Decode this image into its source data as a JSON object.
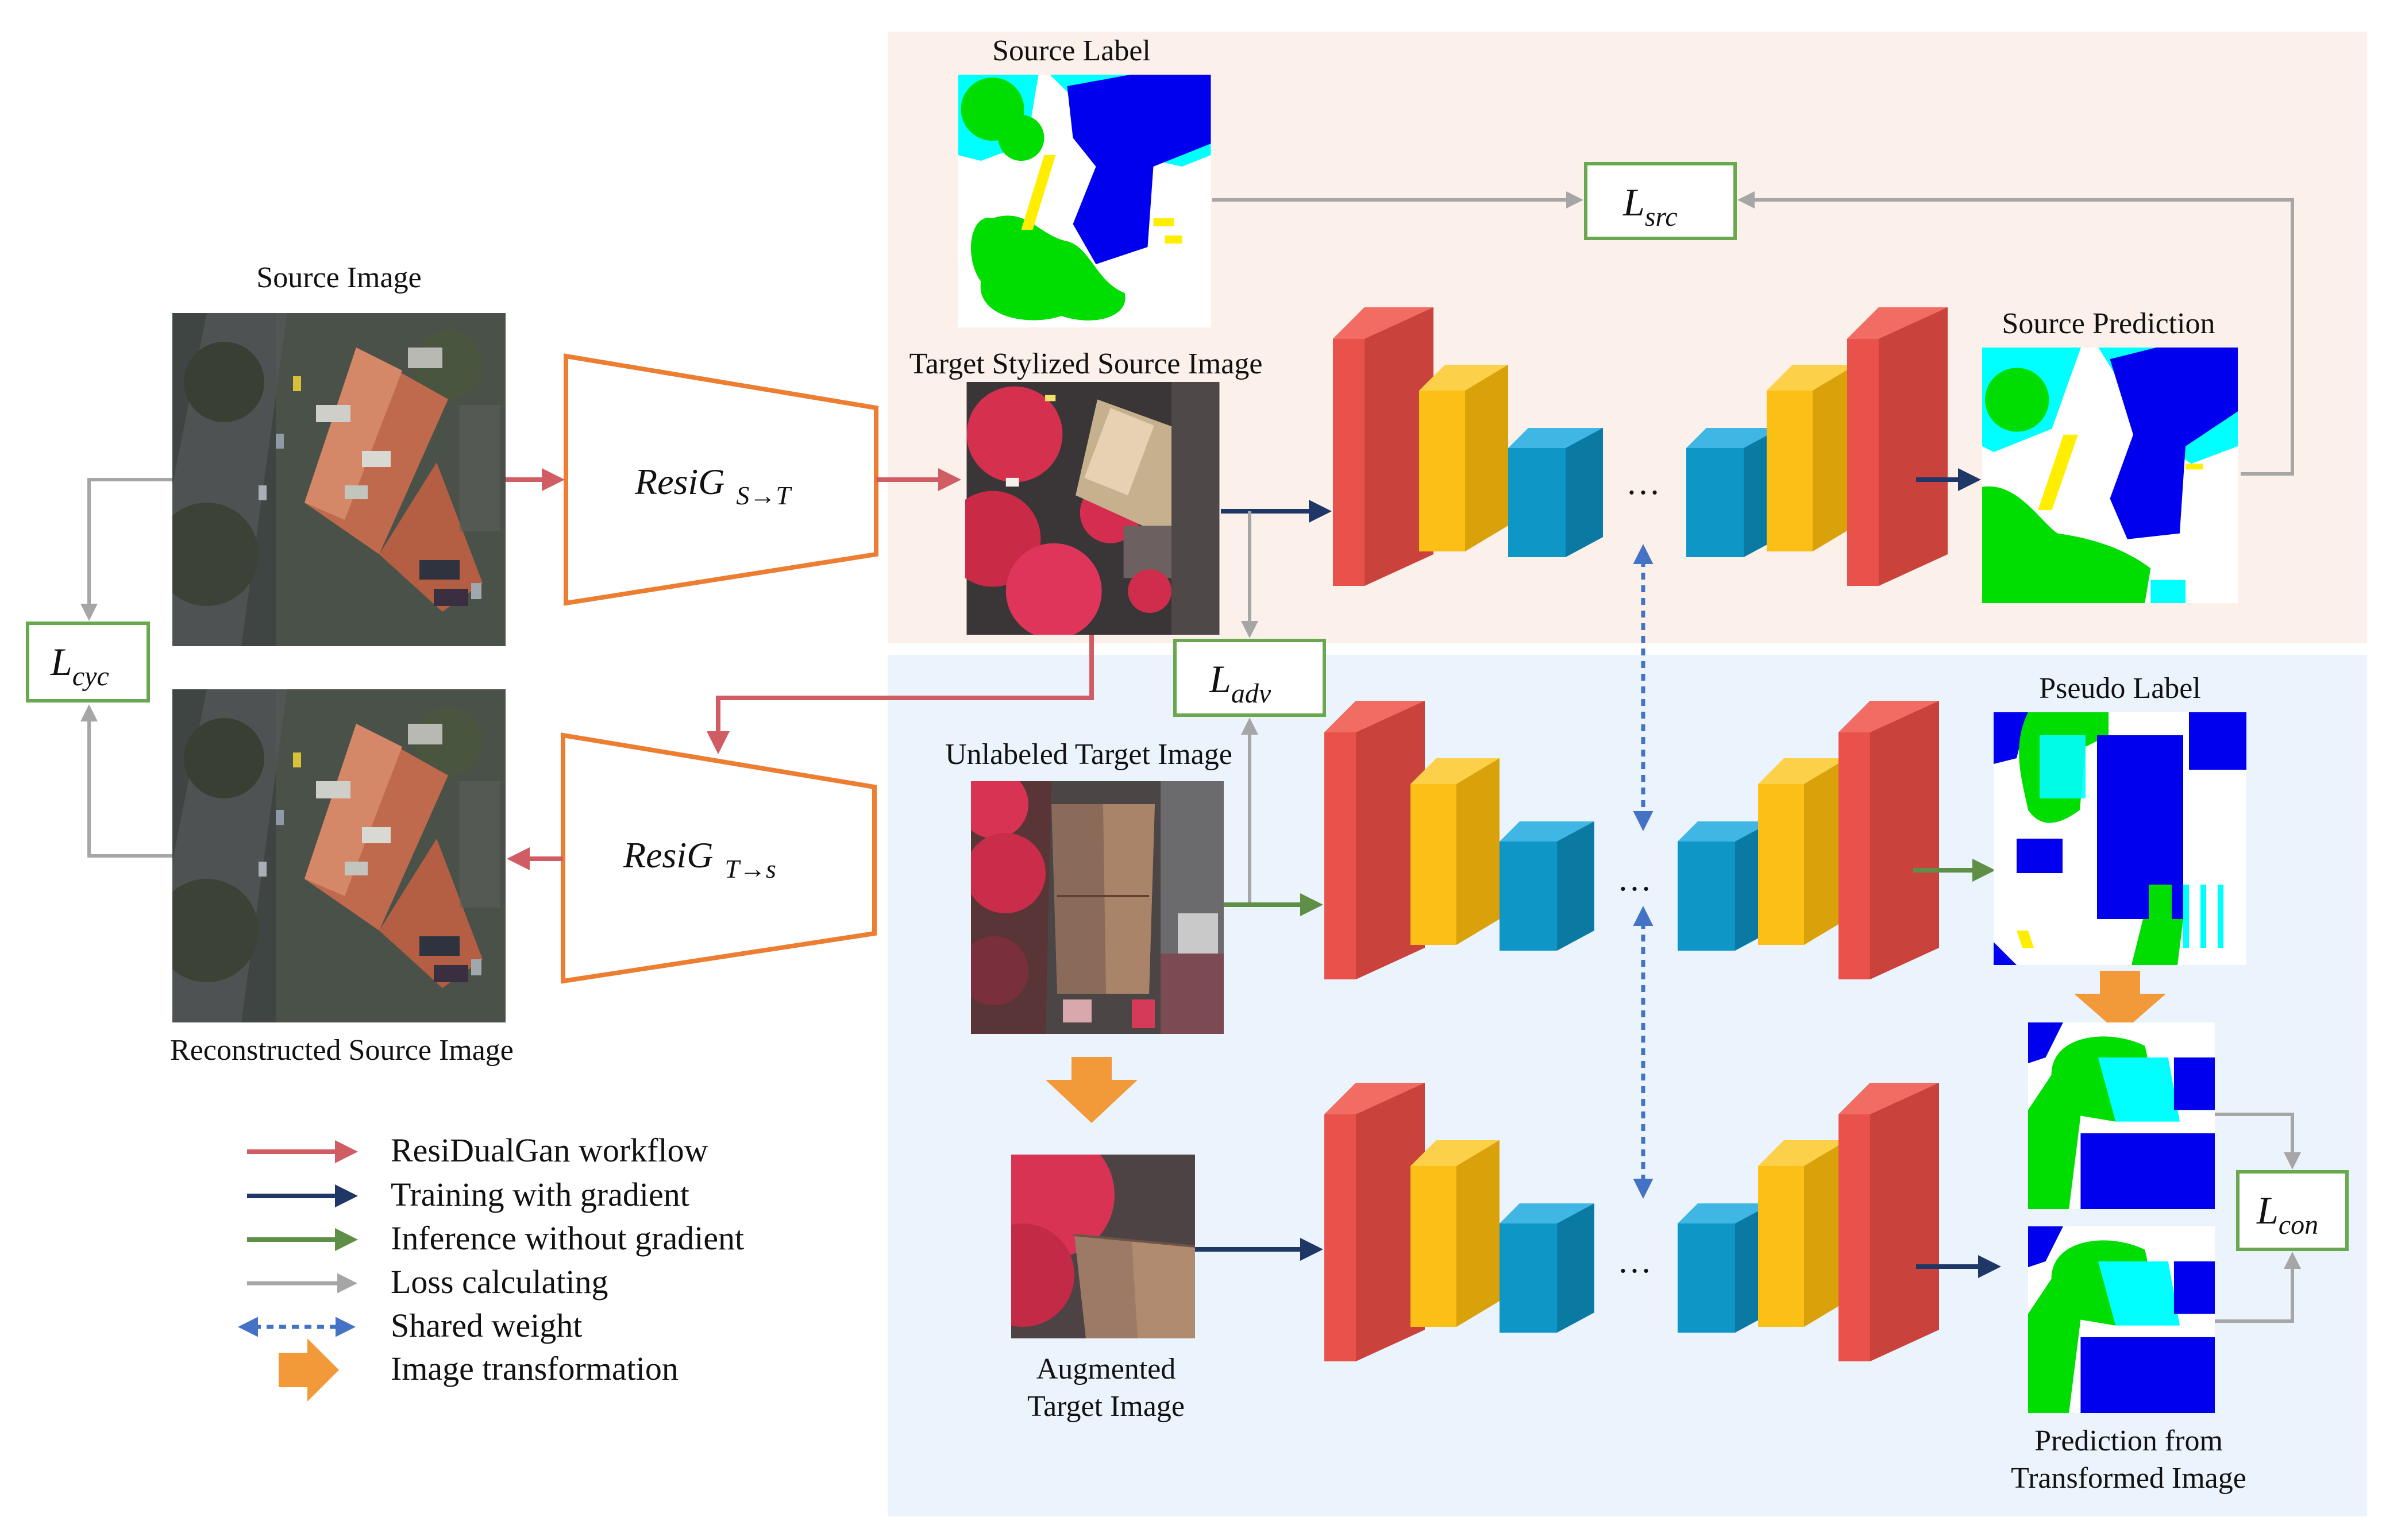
{
  "colors": {
    "source_panel_bg": "#fcf1ea",
    "target_panel_bg": "#ebf3fc",
    "resi_workflow": "#d05c64",
    "training": "#1f3766",
    "inference": "#5f8f46",
    "loss": "#a6a6a6",
    "shared": "#4472c4",
    "transform": "#f29a3a",
    "generator_stroke": "#ed7d31",
    "loss_box_stroke": "#6aa84f",
    "block_red": "#e8524a",
    "block_yellow": "#fcbf15",
    "block_blue": "#0e96c7"
  },
  "images": {
    "source_image": "Source Image",
    "reconstructed": "Reconstructed Source Image",
    "source_label": "Source Label",
    "target_stylized": "Target Stylized Source Image",
    "source_prediction": "Source Prediction",
    "unlabeled_target": "Unlabeled Target Image",
    "pseudo_label": "Pseudo Label",
    "augmented_line1": "Augmented",
    "augmented_line2": "Target Image",
    "prediction_transformed_line1": "Prediction from",
    "prediction_transformed_line2": "Transformed Image"
  },
  "generators": {
    "s2t": {
      "name": "ResiG",
      "sub": "S→T"
    },
    "t2s": {
      "name": "ResiG",
      "sub": "T→s"
    }
  },
  "losses": {
    "cyc": {
      "base": "L",
      "sub": "cyc"
    },
    "src": {
      "base": "L",
      "sub": "src"
    },
    "adv": {
      "base": "L",
      "sub": "adv"
    },
    "con": {
      "base": "L",
      "sub": "con"
    }
  },
  "ellipsis": "…",
  "legend": [
    {
      "kind": "resi",
      "label": "ResiDualGan workflow"
    },
    {
      "kind": "training",
      "label": "Training with gradient"
    },
    {
      "kind": "inference",
      "label": "Inference without gradient"
    },
    {
      "kind": "loss",
      "label": "Loss calculating"
    },
    {
      "kind": "shared",
      "label": "Shared weight"
    },
    {
      "kind": "transform",
      "label": "Image transformation"
    }
  ]
}
